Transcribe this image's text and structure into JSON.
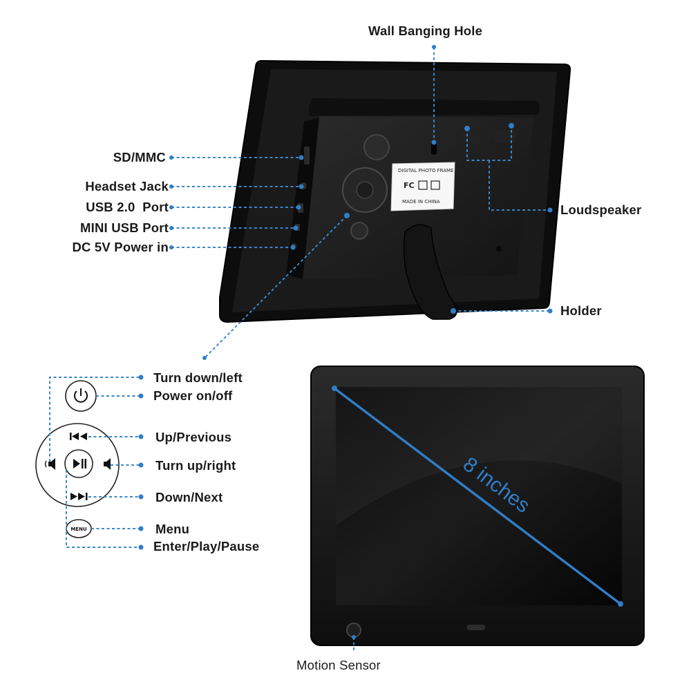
{
  "back_labels": {
    "wall_hole": "Wall Banging Hole",
    "sd_mmc": "SD/MMC",
    "headset": "Headset Jack",
    "usb20": "USB 2.0  Port",
    "mini_usb": "MINI USB Port",
    "dc5v": "DC 5V Power in",
    "loudspeaker": "Loudspeaker",
    "holder": "Holder"
  },
  "sticker": {
    "title": "DIGITAL PHOTO FRAME",
    "marks": "FC",
    "origin": "MADE IN CHINA"
  },
  "button_labels": {
    "turn_down_left": "Turn down/left",
    "power": "Power on/off",
    "up_previous": "Up/Previous",
    "turn_up_right": "Turn up/right",
    "down_next": "Down/Next",
    "menu": "Menu",
    "enter": "Enter/Play/Pause"
  },
  "button_glyphs": {
    "menu": "MENU"
  },
  "screen": {
    "size_label": "8 inches",
    "motion_sensor": "Motion Sensor"
  },
  "colors": {
    "accent": "#2f7ec7",
    "frame": "#111111",
    "text": "#1a1a1a"
  }
}
